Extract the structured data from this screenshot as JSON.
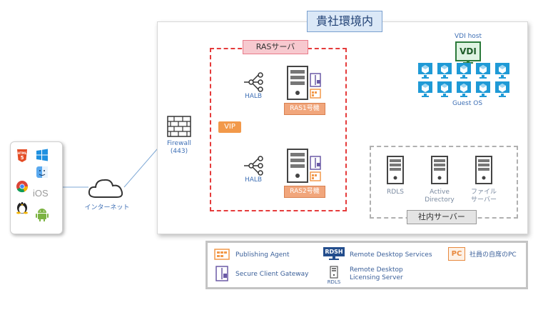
{
  "environment": {
    "title": "貴社環境内"
  },
  "ras": {
    "title": "RASサーバ",
    "halb_top": "HALB",
    "halb_bottom": "HALB",
    "vip": "VIP",
    "server1": "RAS1号機",
    "server2": "RAS2号機"
  },
  "firewall": {
    "label": "Firewall",
    "port": "(443)"
  },
  "internet": {
    "label": "インターネット"
  },
  "client": {
    "ios_label": "iOS",
    "html_label": "HTML"
  },
  "vdi": {
    "host_label": "VDI host",
    "badge": "VDI",
    "guest_label": "Guest OS"
  },
  "internal": {
    "title": "社内サーバー",
    "rdls": "RDLS",
    "ad_line1": "Active",
    "ad_line2": "Directory",
    "file_line1": "ファイル",
    "file_line2": "サーバー"
  },
  "legend": {
    "publishing_agent": "Publishing Agent",
    "secure_client_gateway": "Secure Client Gateway",
    "rdsh_badge": "RDSH",
    "remote_desktop_services": "Remote Desktop Services",
    "rdls_caption": "RDLS",
    "rd_licensing_line1": "Remote Desktop",
    "rd_licensing_line2": "Licensing Server",
    "pc_badge": "PC",
    "employee_pc": "社員の自席のPC"
  },
  "colors": {
    "line": "#7fa9d6",
    "ras_border": "#e53b3b",
    "agent_orange": "#f2994a",
    "gateway_purple": "#6b5aa6",
    "vdi_blue": "#1f9ad6",
    "vdi_green": "#2b7a3a"
  }
}
